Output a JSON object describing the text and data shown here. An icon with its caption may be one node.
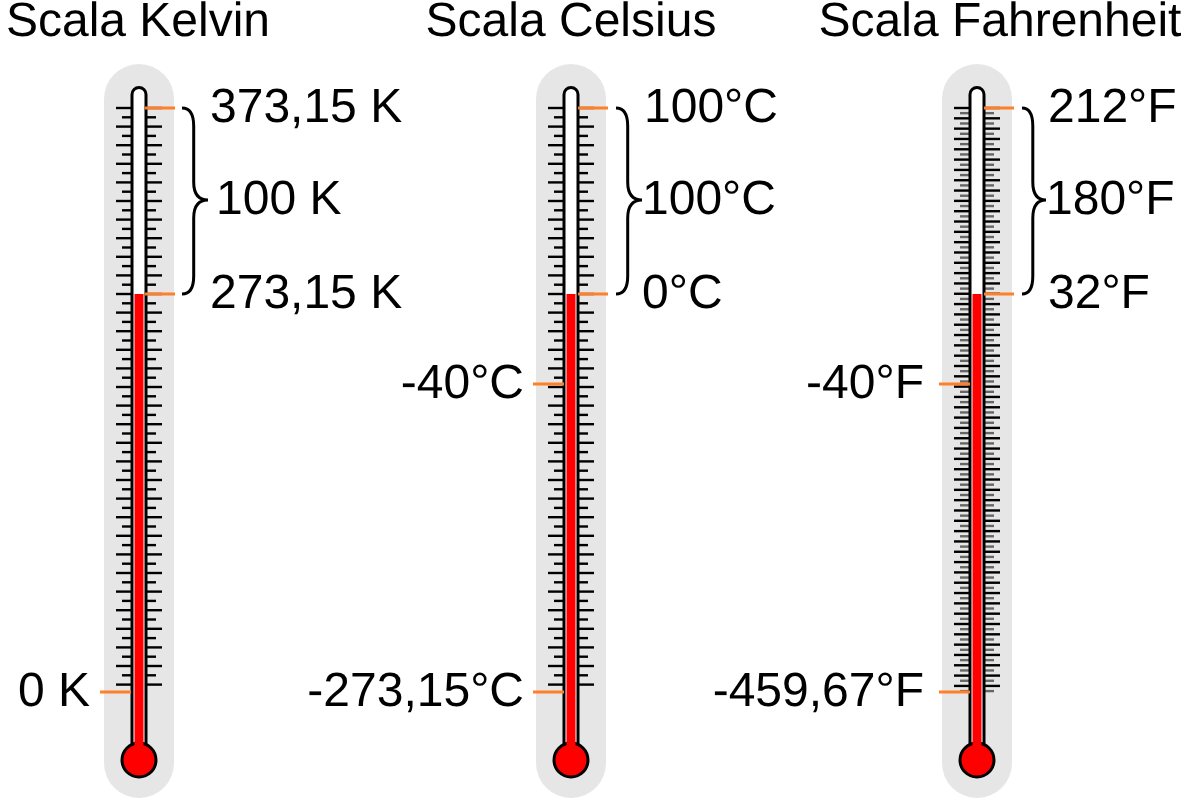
{
  "diagram": {
    "nodes": [
      {
        "text": [
          "Scala Kelvin"
        ],
        "beside": [
          "373,15 K",
          "100 K",
          "273,15 K",
          "0 K"
        ]
      },
      {
        "text": [
          "Scala Celsius"
        ],
        "beside": [
          "100°C",
          "100°C",
          "0°C",
          "-40°C",
          "-273,15°C"
        ]
      },
      {
        "text": [
          "Scala Fahrenheit"
        ],
        "beside": [
          "212°F",
          "180°F",
          "32°F",
          "-40°F",
          "-459,67°F"
        ]
      }
    ]
  }
}
